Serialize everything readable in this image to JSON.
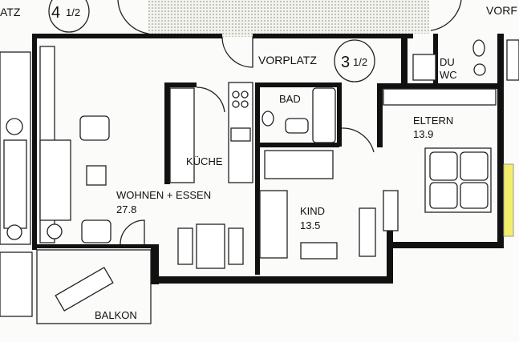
{
  "plan": {
    "units": {
      "left_unit": {
        "number": "4",
        "fraction": "1/2"
      },
      "current_unit": {
        "number": "3",
        "fraction": "1/2"
      }
    },
    "labels": {
      "left_partial": "ATZ",
      "right_partial": "VORF",
      "vorplatz": "VORPLATZ",
      "du": "DU",
      "wc": "WC",
      "bad": "BAD",
      "kueche": "KÜCHE",
      "wohnen_essen": "WOHNEN + ESSEN",
      "wohnen_area": "27.8",
      "kind": "KIND",
      "kind_area": "13.5",
      "eltern": "ELTERN",
      "eltern_area": "13.9",
      "balkon": "BALKON"
    },
    "colors": {
      "wall": "#111111",
      "highlight": "#f2ee6a",
      "stair": "#d9d9d2"
    }
  }
}
